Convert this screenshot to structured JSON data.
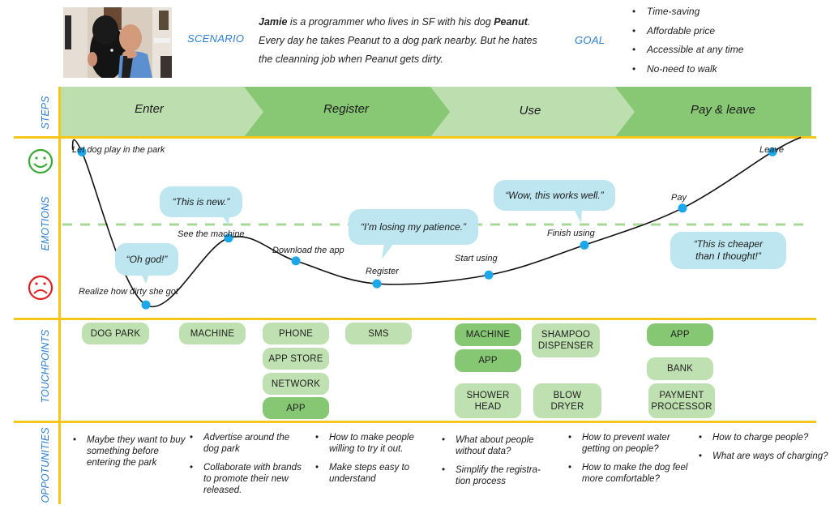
{
  "header": {
    "photo_alt": "Man hugging a black dog",
    "scenario_label": "SCENARIO",
    "scenario": {
      "name": "Jamie",
      "line1_rest": " is a programmer who lives in SF with his dog ",
      "dog": "Peanut",
      "line1_end": ".",
      "line2": "Every day he takes Peanut to a dog park nearby. But he hates",
      "line3": "the cleanning job when Peanut gets dirty."
    },
    "goal_label": "GOAL",
    "goals": [
      "Time-saving",
      "Affordable price",
      "Accessible at any time",
      "No-need to walk"
    ]
  },
  "rows": {
    "steps": "STEPS",
    "emotions": "EMOTIONS",
    "touchpoints": "TOUCHPOINTS",
    "opportunities": "OPPOTUNITIES"
  },
  "icons": {
    "happy": "smiley-face-icon",
    "sad": "sad-face-icon"
  },
  "colors": {
    "grid_line": "#f5c518",
    "label_blue": "#2f7fd1",
    "step_light": "#bddfb0",
    "step_dark": "#88c874",
    "chip_light": "#bfe0b0",
    "chip_dark": "#86c774",
    "bubble": "#bde6f0",
    "point": "#1ba7ea",
    "happy": "#3aa935",
    "sad": "#e02020",
    "neutral_line": "#a8d898"
  },
  "steps": [
    "Enter",
    "Register",
    "Use",
    "Pay & leave"
  ],
  "emotion_points": [
    {
      "label": "Let dog play in the park",
      "level": 0.92
    },
    {
      "label": "Realize how dirty she got",
      "level": 0.05
    },
    {
      "label": "See the machine",
      "level": 0.43
    },
    {
      "label": "Download the app",
      "level": 0.3
    },
    {
      "label": "Register",
      "level": 0.17
    },
    {
      "label": "Start using",
      "level": 0.22
    },
    {
      "label": "Finish using",
      "level": 0.39
    },
    {
      "label": "Pay",
      "level": 0.6
    },
    {
      "label": "Leave",
      "level": 0.92
    }
  ],
  "quotes": [
    {
      "text": "“Oh god!”",
      "point": "Realize how dirty she got"
    },
    {
      "text": "“This is new.”",
      "point": "See the machine"
    },
    {
      "text": "“I’m losing my patience.”",
      "point": "Register"
    },
    {
      "text": "“Wow, this works well.”",
      "point": "Finish using"
    },
    {
      "text": "“This is cheaper than I thought!”",
      "point": "Pay"
    }
  ],
  "touchpoints": [
    {
      "label": "DOG PARK",
      "tone": "light"
    },
    {
      "label": "MACHINE",
      "tone": "light"
    },
    {
      "label": "PHONE",
      "tone": "light"
    },
    {
      "label": "APP STORE",
      "tone": "light"
    },
    {
      "label": "NETWORK",
      "tone": "light"
    },
    {
      "label": "APP",
      "tone": "dark"
    },
    {
      "label": "SMS",
      "tone": "light"
    },
    {
      "label": "MACHINE",
      "tone": "dark"
    },
    {
      "label": "APP",
      "tone": "dark"
    },
    {
      "label": "SHOWER HEAD",
      "tone": "light"
    },
    {
      "label": "SHAMPOO DISPENSER",
      "tone": "light"
    },
    {
      "label": "BLOW DRYER",
      "tone": "light"
    },
    {
      "label": "APP",
      "tone": "dark"
    },
    {
      "label": "BANK",
      "tone": "light"
    },
    {
      "label": "PAYMENT PROCESSOR",
      "tone": "light"
    }
  ],
  "opportunities": [
    [
      "Maybe they want to buy something before entering the park"
    ],
    [
      "Advertise around the dog park",
      "Collaborate with brands to promote their new released."
    ],
    [
      "How to make people willing to try it out.",
      "Make steps easy to understand"
    ],
    [
      "What about people without data?",
      "Simplify the registra-tion process"
    ],
    [
      "How to prevent water getting on people?",
      "How to make the dog feel more comfortable?"
    ],
    [
      "How to charge people?",
      "What are ways of charging?"
    ]
  ]
}
